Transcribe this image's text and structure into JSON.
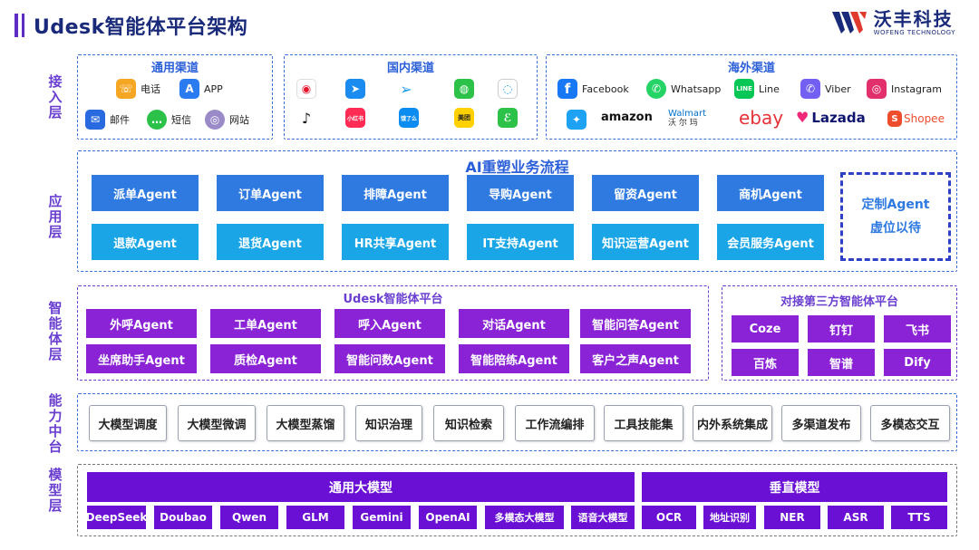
{
  "header": {
    "title": "Udesk智能体平台架构",
    "logo_cn": "沃丰科技",
    "logo_en": "WOFENG TECHNOLOGY"
  },
  "layers": {
    "access": "接入层",
    "application": "应用层",
    "agent": "智能体层",
    "capability": "能力中台",
    "model": "模型层"
  },
  "access": {
    "general": {
      "title": "通用渠道",
      "items": [
        "电话",
        "APP",
        "邮件",
        "短信",
        "网站"
      ]
    },
    "domestic": {
      "title": "国内渠道",
      "items": [
        "小红书",
        "饿了么",
        "美团"
      ]
    },
    "overseas": {
      "title": "海外渠道",
      "items": [
        "Facebook",
        "Whatsapp",
        "Line",
        "Viber",
        "Instagram",
        "amazon",
        "Walmart",
        "沃 尔 玛",
        "ebay",
        "Lazada",
        "Shopee"
      ]
    }
  },
  "application": {
    "title": "AI重塑业务流程",
    "row1": [
      "派单Agent",
      "订单Agent",
      "排障Agent",
      "导购Agent",
      "留资Agent",
      "商机Agent"
    ],
    "row2": [
      "退款Agent",
      "退货Agent",
      "HR共享Agent",
      "IT支持Agent",
      "知识运营Agent",
      "会员服务Agent"
    ],
    "custom": [
      "定制Agent",
      "虚位以待"
    ]
  },
  "agent_layer": {
    "platform_title": "Udesk智能体平台",
    "row1": [
      "外呼Agent",
      "工单Agent",
      "呼入Agent",
      "对话Agent",
      "智能问答Agent"
    ],
    "row2": [
      "坐席助手Agent",
      "质检Agent",
      "智能问数Agent",
      "智能陪练Agent",
      "客户之声Agent"
    ],
    "third_title": "对接第三方智能体平台",
    "third_row1": [
      "Coze",
      "钉钉",
      "飞书"
    ],
    "third_row2": [
      "百炼",
      "智谱",
      "Dify"
    ]
  },
  "capability": {
    "items": [
      "大模型调度",
      "大模型微调",
      "大模型蒸馏",
      "知识治理",
      "知识检索",
      "工作流编排",
      "工具技能集",
      "内外系统集成",
      "多渠道发布",
      "多模态交互"
    ]
  },
  "model": {
    "general_title": "通用大模型",
    "general_items": [
      "DeepSeek",
      "Doubao",
      "Qwen",
      "GLM",
      "Gemini",
      "OpenAI",
      "多模态大模型",
      "语音大模型"
    ],
    "vertical_title": "垂直模型",
    "vertical_items": [
      "OCR",
      "地址识别",
      "NER",
      "ASR",
      "TTS"
    ]
  },
  "colors": {
    "title": "#1a2a7a",
    "accent_purple": "#6a3fd0",
    "app_dark": "#2e7ae0",
    "app_light": "#1aa6e6",
    "agent_purple": "#8a22d6",
    "model_purple": "#6a0fd4"
  }
}
